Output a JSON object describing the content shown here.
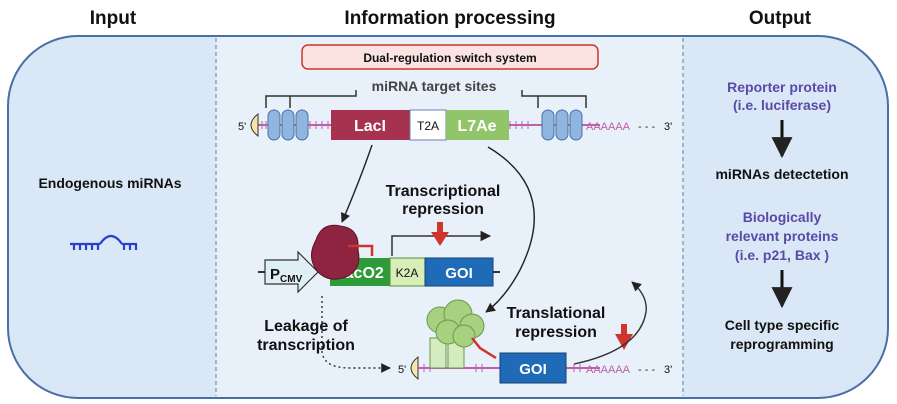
{
  "headers": {
    "input": "Input",
    "processing": "Information processing",
    "output": "Output"
  },
  "input": {
    "label": "Endogenous miRNAs"
  },
  "switch": {
    "title": "Dual-regulation switch system",
    "target_sites": "miRNA target sites",
    "five_prime": "5'",
    "three_prime": "3'",
    "laci": "LacI",
    "t2a": "T2A",
    "l7ae": "L7Ae",
    "polya": "AAAAAA",
    "dashes": "- - -"
  },
  "transcription": {
    "label_line1": "Transcriptional",
    "label_line2": "repression",
    "promoter_main": "P",
    "promoter_sub": "CMV",
    "laco2": "lacO2",
    "k2a": "K2A",
    "goi": "GOI"
  },
  "leakage": {
    "line1": "Leakage of",
    "line2": "transcription"
  },
  "translation": {
    "label_line1": "Translational",
    "label_line2": "repression",
    "five_prime": "5'",
    "goi": "GOI",
    "polya": "AAAAAA",
    "dashes": "- - -",
    "three_prime": "3'"
  },
  "output": {
    "reporter_line1": "Reporter protein",
    "reporter_line2": "(i.e. luciferase)",
    "detection": "miRNAs detectetion",
    "bio_line1": "Biologically",
    "bio_line2": "relevant proteins",
    "bio_line3": "(i.e. p21, Bax )",
    "cell_line1": "Cell type specific",
    "cell_line2": "reprogramming"
  },
  "colors": {
    "panel": "#d9e7f6",
    "panel_border": "#4a6fa5",
    "laci": "#a63250",
    "l7ae": "#92c46a",
    "laco2": "#2e9b3b",
    "goi": "#1f6bb8",
    "repress": "#d0342c",
    "purple": "#5a4aa8"
  }
}
